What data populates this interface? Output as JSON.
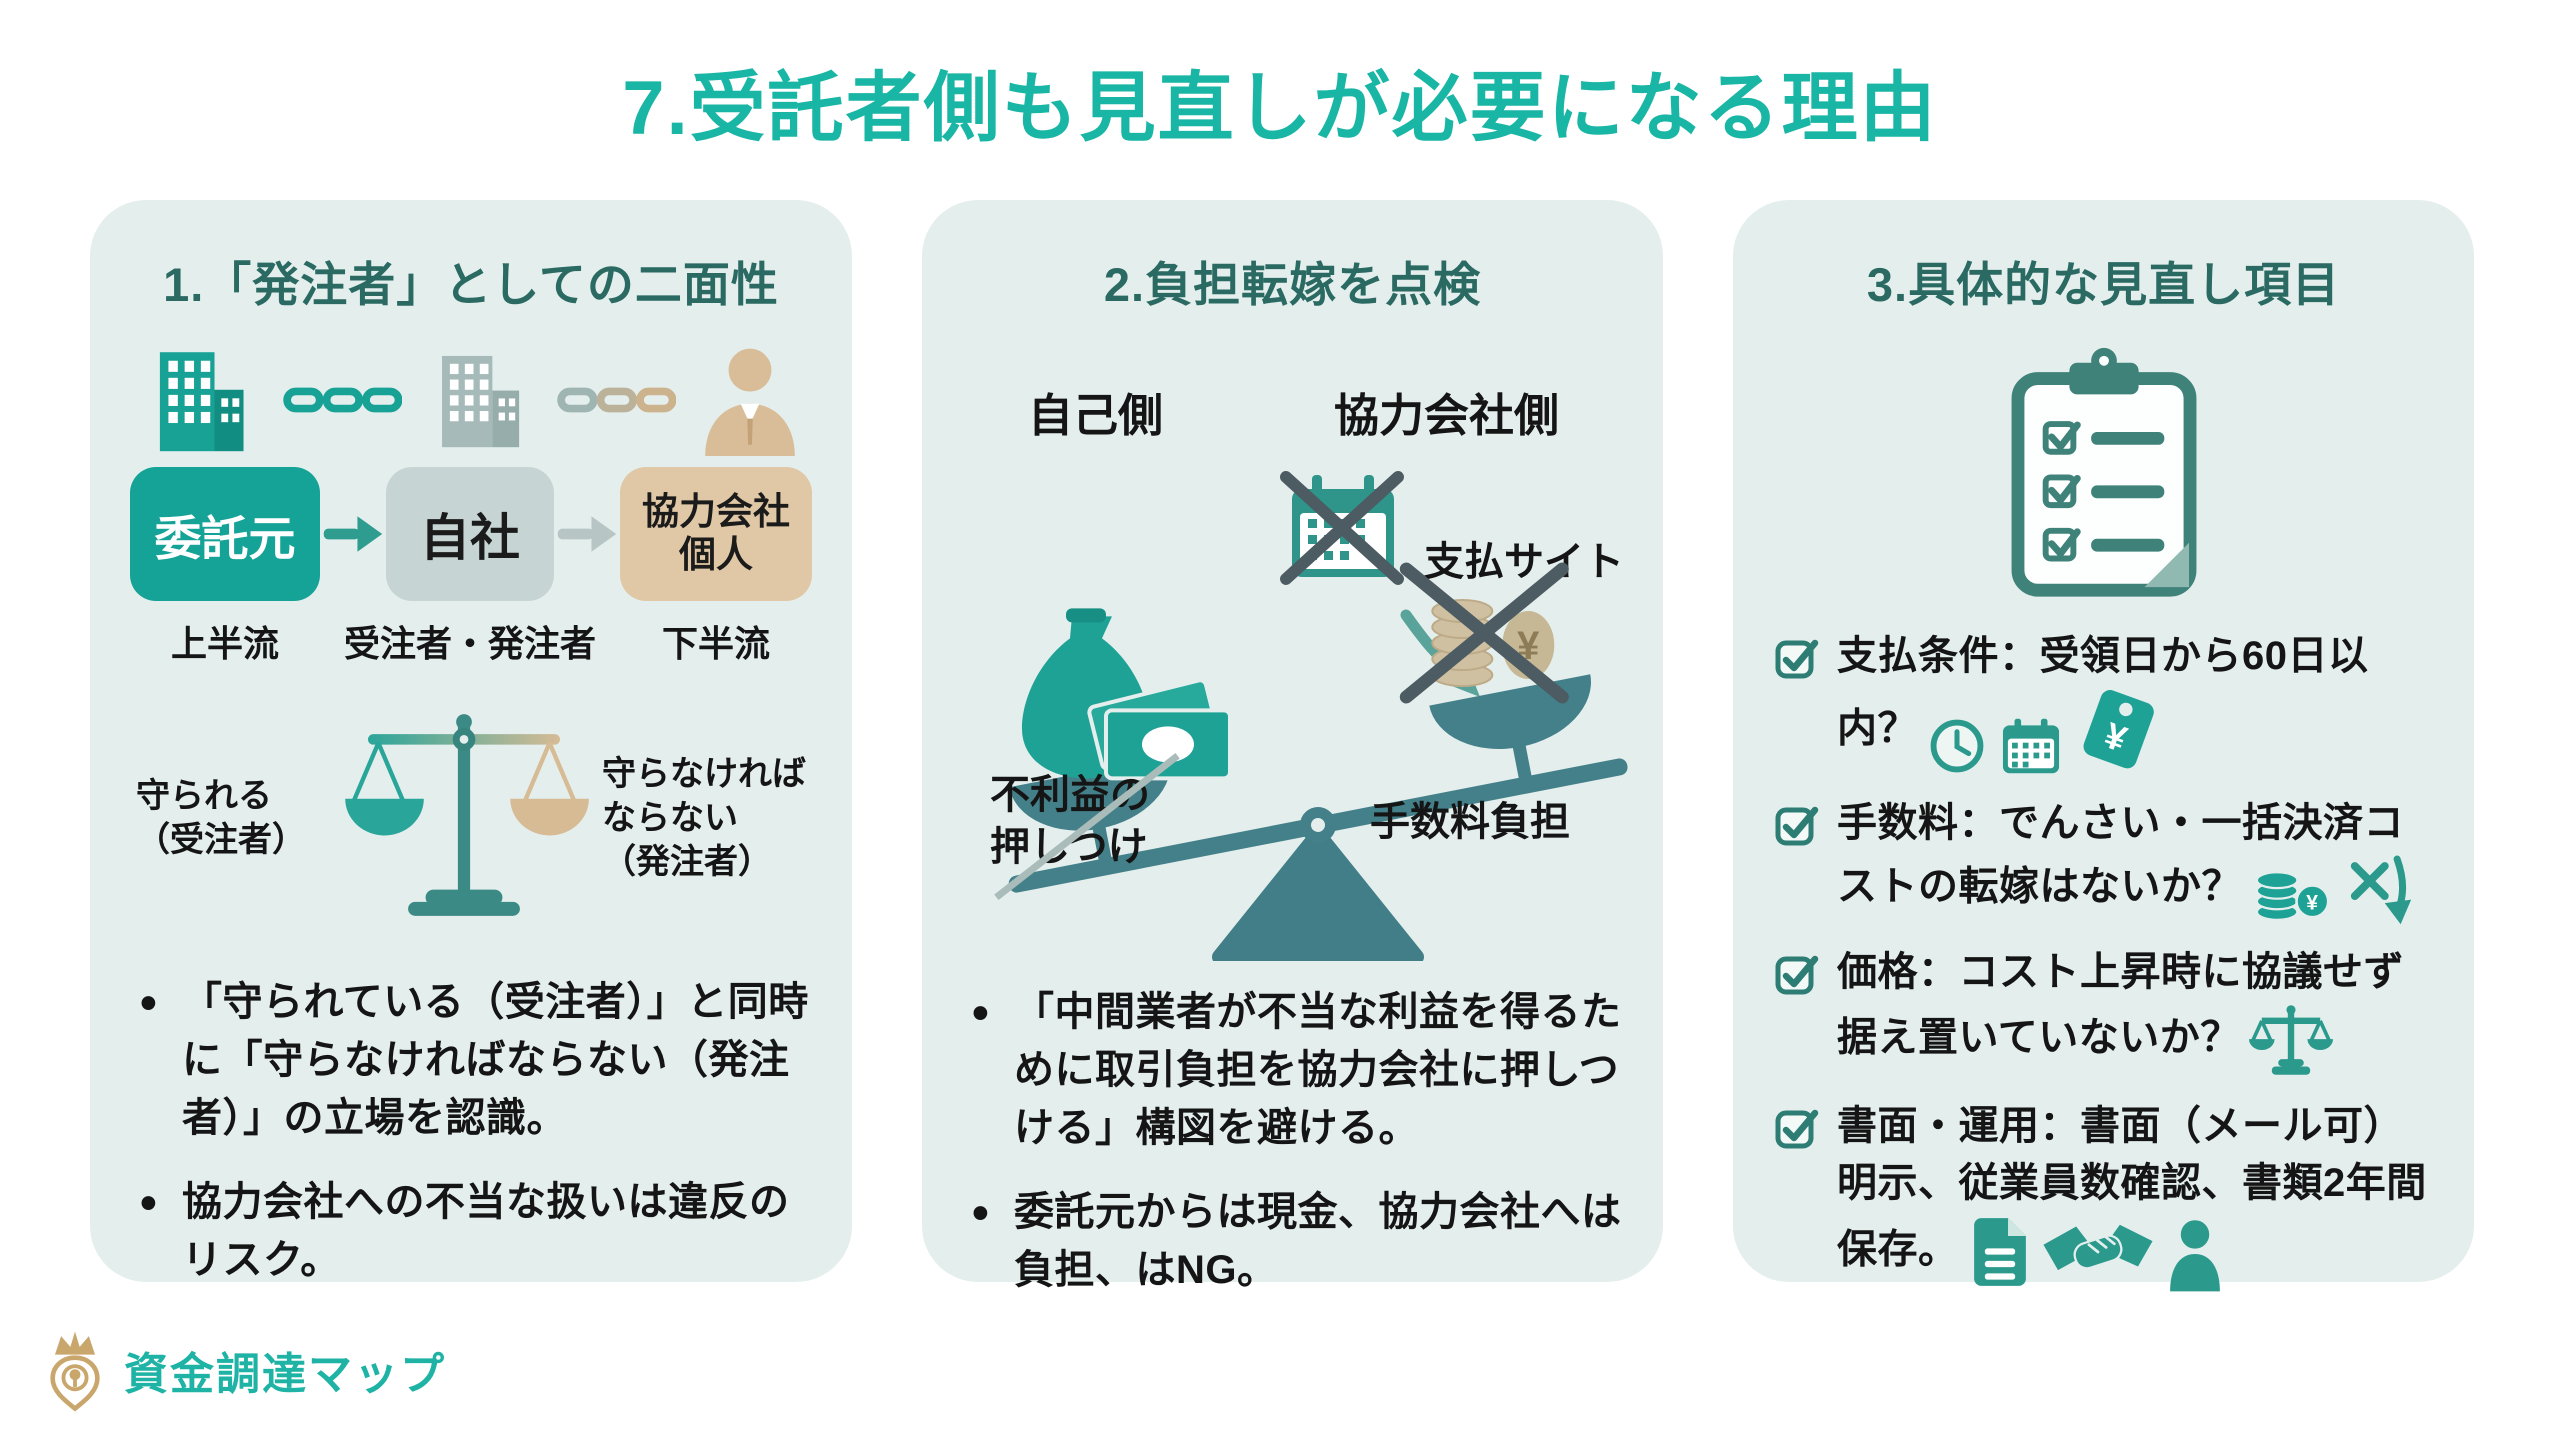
{
  "title": "7.受託者側も見直しが必要になる理由",
  "colors": {
    "accent_teal": "#19b6a5",
    "panel_bg": "#e4efed",
    "heading_teal": "#2b6a63",
    "steel_teal": "#44808a",
    "tan": "#d6bb95",
    "x_mark": "#4d5b63",
    "gold": "#c9a76c",
    "text": "#151515"
  },
  "panel1": {
    "heading": "1.「発注者」としての二面性",
    "flow": {
      "box1": "委託元",
      "box2": "自社",
      "box3": "協力会社\n個人",
      "label1": "上半流",
      "label2": "受注者・発注者",
      "label3": "下半流"
    },
    "scale": {
      "left_label": "守られる\n（受注者）",
      "right_label": "守らなければ\nならない\n（発注者）"
    },
    "bullets": [
      "「守られている（受注者）」と同時に「守らなければならない（発注者）」の立場を認識。",
      "協力会社への不当な扱いは違反のリスク。"
    ]
  },
  "panel2": {
    "heading": "2.負担転嫁を点検",
    "self_label": "自己側",
    "partner_label": "協力会社側",
    "paysite_label": "支払サイト",
    "fee_label": "手数料負担",
    "disadvantage_label": "不利益の\n押しつけ",
    "bullets": [
      "「中間業者が不当な利益を得るために取引負担を協力会社に押しつける」構図を避ける。",
      "委託元からは現金、協力会社へは負担、はNG。"
    ]
  },
  "panel3": {
    "heading": "3.具体的な見直し項目",
    "items": [
      "支払条件：受領日から60日以内？",
      "手数料：でんさい・一括決済コストの転嫁はないか？",
      "価格：コスト上昇時に協議せず据え置いていないか？",
      "書面・運用：書面（メール可）明示、従業員数確認、書類2年間保存。"
    ]
  },
  "footer": {
    "logo_text": "資金調達マップ"
  },
  "glyphs": {
    "yen": "¥"
  }
}
